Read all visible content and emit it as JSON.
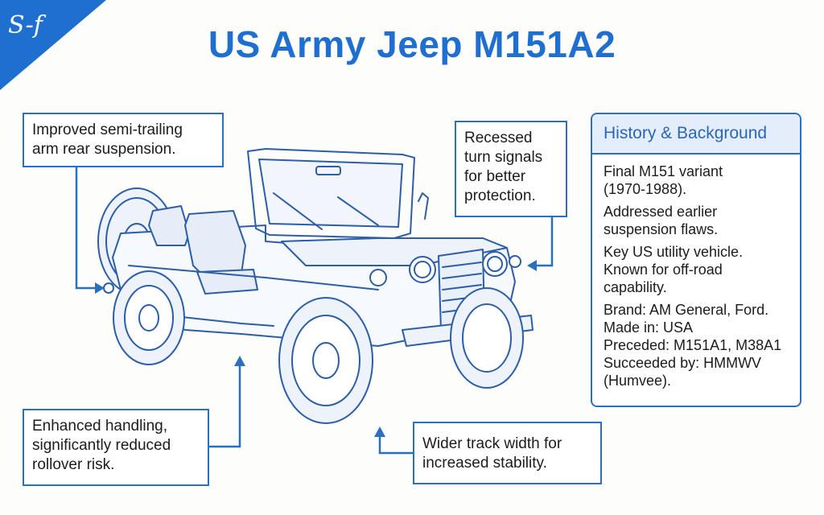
{
  "logo": {
    "text": "S-f",
    "color": "#1f6fd1"
  },
  "title": "US Army Jeep M151A2",
  "colors": {
    "accent": "#1f6fd1",
    "border": "#2b6fc0",
    "panel_header_bg": "#e4eefb",
    "sketch": "#2c5ea8"
  },
  "callouts": {
    "rear_suspension": [
      "Improved semi-trailing",
      "arm rear suspension."
    ],
    "turn_signals": [
      "Recessed",
      "turn signals",
      "for better",
      "protection."
    ],
    "handling": [
      "Enhanced handling,",
      "significantly reduced",
      "rollover risk."
    ],
    "track_width": [
      "Wider track width for",
      "increased stability."
    ]
  },
  "history": {
    "heading": "History & Background",
    "paragraphs": [
      [
        "Final M151 variant",
        "(1970-1988)."
      ],
      [
        "Addressed earlier",
        "suspension flaws."
      ],
      [
        "Key US utility vehicle.",
        "Known for off-road",
        "capability."
      ],
      [
        "Brand: AM General, Ford.",
        "Made in: USA",
        "Preceded: M151A1, M38A1",
        "Succeeded by: HMMWV",
        "(Humvee)."
      ]
    ]
  },
  "illustration": {
    "subject": "jeep-sketch-illustration"
  }
}
